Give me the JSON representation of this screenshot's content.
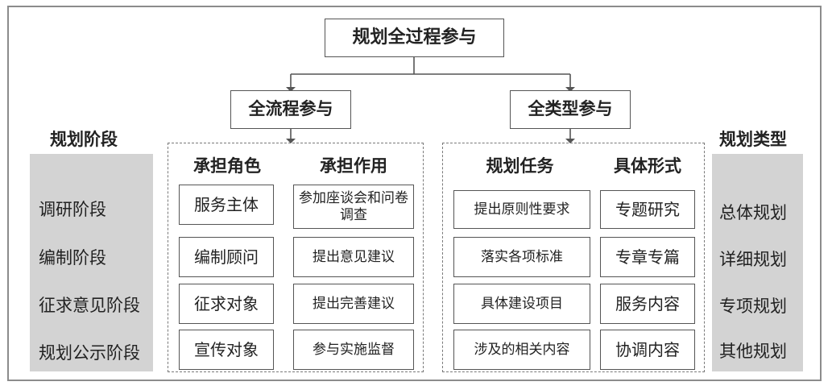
{
  "title": "规划全过程参与",
  "branches": {
    "left": "全流程参与",
    "right": "全类型参与"
  },
  "stages": {
    "header": "规划阶段",
    "items": [
      "调研阶段",
      "编制阶段",
      "征求意见阶段",
      "规划公示阶段"
    ]
  },
  "types": {
    "header": "规划类型",
    "items": [
      "总体规划",
      "详细规划",
      "专项规划",
      "其他规划"
    ]
  },
  "process": {
    "roles_header": "承担角色",
    "functions_header": "承担作用",
    "roles": [
      "服务主体",
      "编制顾问",
      "征求对象",
      "宣传对象"
    ],
    "functions": [
      "参加座谈会和问卷调查",
      "提出意见建议",
      "提出完善建议",
      "参与实施监督"
    ]
  },
  "category": {
    "tasks_header": "规划任务",
    "forms_header": "具体形式",
    "tasks": [
      "提出原则性要求",
      "落实各项标准",
      "具体建设项目",
      "涉及的相关内容"
    ],
    "forms": [
      "专题研究",
      "专章专篇",
      "服务内容",
      "协调内容"
    ]
  }
}
